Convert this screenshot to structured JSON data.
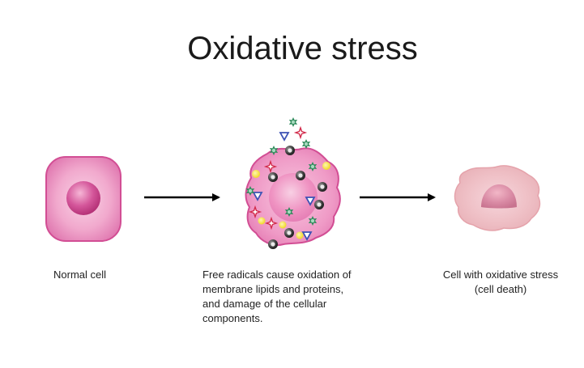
{
  "title": "Oxidative stress",
  "captions": {
    "normal": "Normal cell",
    "free_radicals": [
      "Free radicals cause oxidation of",
      "membrane lipids and proteins,",
      "and damage of the cellular",
      "components."
    ],
    "stressed": [
      "Cell with oxidative stress",
      "(cell death)"
    ]
  },
  "colors": {
    "cell_pink": "#e986b8",
    "cell_dark": "#c23b80",
    "cell_light": "#f7cfe3",
    "radical_green": "#2d8a5a",
    "radical_blue": "#3c52b4",
    "radical_red": "#d22a4a",
    "radical_dark": "#444444",
    "radical_yellow": "#f4e24a",
    "arrow": "#000000"
  }
}
